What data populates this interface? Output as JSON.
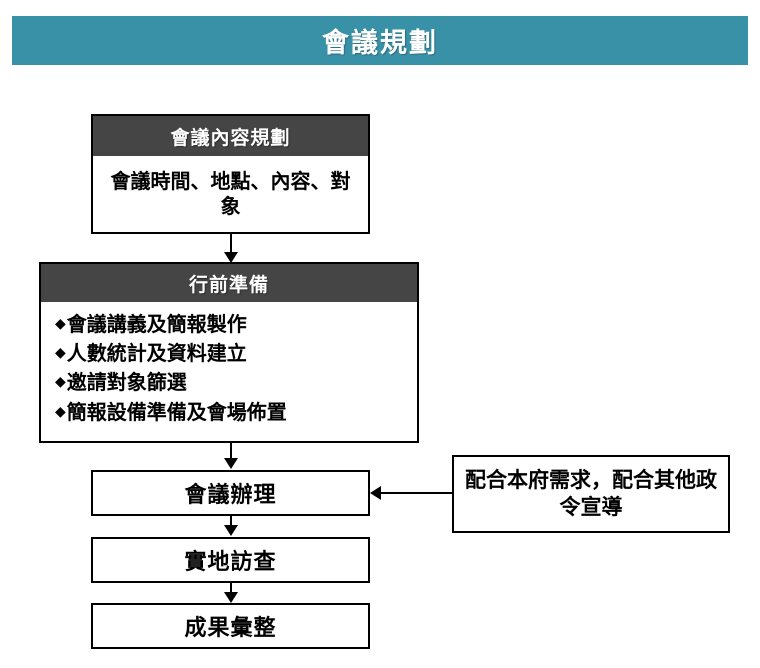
{
  "banner": {
    "title": "會議規劃",
    "background_color": "#3891a6",
    "text_color": "#ffffff"
  },
  "flow": {
    "header_color": "#454545",
    "box_border_color": "#000000",
    "box1": {
      "header": "會議內容規劃",
      "body": "會議時間、地點、內容、對象"
    },
    "box2": {
      "header": "行前準備",
      "bullet_glyph": "◆",
      "bullets": [
        "會議講義及簡報製作",
        "人數統計及資料建立",
        "邀請對象篩選",
        "簡報設備準備及會場佈置"
      ]
    },
    "box3": {
      "label": "會議辦理"
    },
    "box4": {
      "label": "實地訪查"
    },
    "box5": {
      "label": "成果彙整"
    },
    "side_note": {
      "text": "配合本府需求，配合其他政令宣導"
    }
  }
}
